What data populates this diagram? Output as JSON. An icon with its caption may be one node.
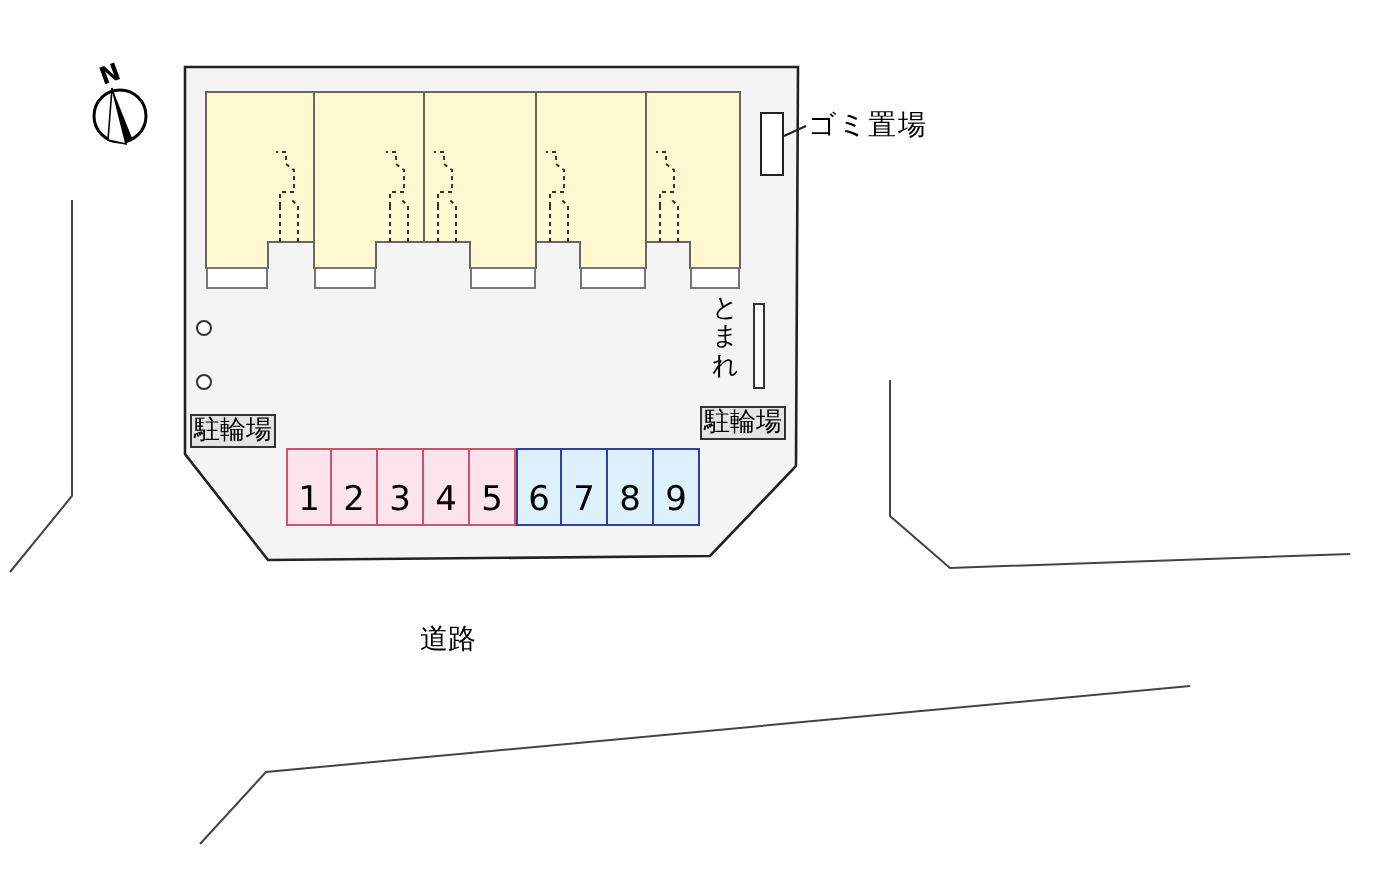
{
  "diagram": {
    "nodes": [
      {
        "text": [],
        "shape": "box"
      },
      {
        "text": [],
        "shape": "box",
        "in": 0
      },
      {
        "text": [],
        "shape": "box",
        "in": 0
      },
      {
        "text": [],
        "shape": "box",
        "in": 0
      },
      {
        "text": [],
        "shape": "box",
        "in": 0
      },
      {
        "text": [],
        "shape": "box",
        "in": 0
      },
      {
        "text": [],
        "shape": "box",
        "in": 0
      },
      {
        "text": [
          "ゴミ置場"
        ]
      },
      {
        "text": [
          "1"
        ],
        "in": 0
      },
      {
        "text": [
          "2"
        ],
        "in": 0
      },
      {
        "text": [
          "3"
        ],
        "in": 0
      },
      {
        "text": [
          "4"
        ],
        "in": 0
      },
      {
        "text": [
          "5"
        ],
        "in": 0
      },
      {
        "text": [
          "6"
        ],
        "in": 0
      },
      {
        "text": [
          "7"
        ],
        "in": 0
      },
      {
        "text": [
          "8"
        ],
        "in": 0
      },
      {
        "text": [
          "9"
        ],
        "in": 0
      }
    ],
    "edges": [
      {
        "from": 7,
        "to": 6,
        "arrow": "none"
      }
    ],
    "labels": [
      "N",
      "とまれ",
      "駐輪場",
      "駐輪場",
      "道路"
    ]
  }
}
